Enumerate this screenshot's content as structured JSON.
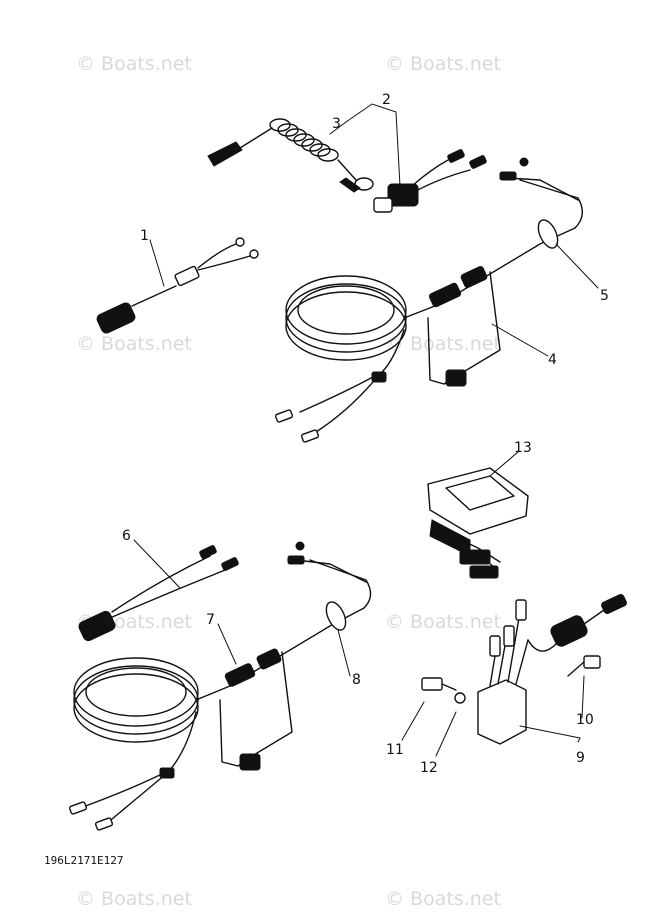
{
  "watermark": "© Boats.net",
  "diagram_code": "196L2171E127",
  "callouts": {
    "c1": "1",
    "c2": "2",
    "c3": "3",
    "c4": "4",
    "c5": "5",
    "c6": "6",
    "c7": "7",
    "c8": "8",
    "c9": "9",
    "c10": "10",
    "c11": "11",
    "c12": "12",
    "c13": "13"
  }
}
